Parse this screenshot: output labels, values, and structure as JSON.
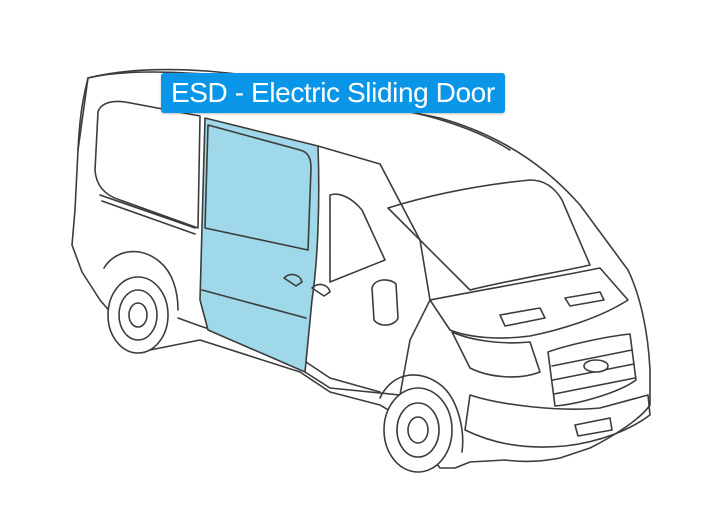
{
  "diagram": {
    "callout": {
      "text": "ESD - Electric Sliding Door"
    },
    "colors": {
      "label_background": "#0a96e8",
      "highlight_fill": "#9ed8e9",
      "outline": "#3c3c3c",
      "body_fill": "#ffffff"
    },
    "highlighted_part": "sliding-door",
    "illustration": "van-side-three-quarter-view"
  }
}
